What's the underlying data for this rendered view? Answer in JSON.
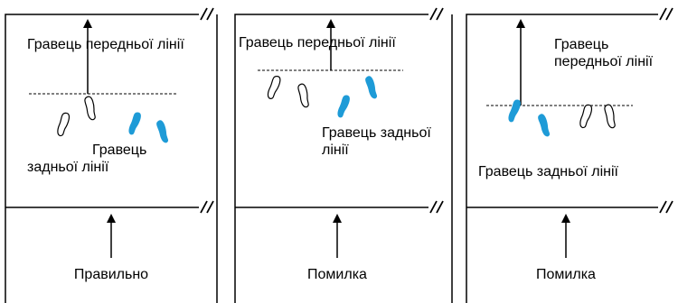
{
  "panels": [
    {
      "front_label": "Гравець передньої лінії",
      "back_label": "Гравець задньої лінії",
      "caption": "Правильно"
    },
    {
      "front_label": "Гравець передньої лінії",
      "back_label": "Гравець задньої лінії",
      "caption": "Помилка"
    },
    {
      "front_label": "Гравець передньої лінії",
      "back_label": "Гравець задньої лінії",
      "caption": "Помилка"
    }
  ],
  "colors": {
    "back_row_feet": "#1e9bd7",
    "front_row_feet": "#ffffff",
    "outline": "#000000"
  }
}
